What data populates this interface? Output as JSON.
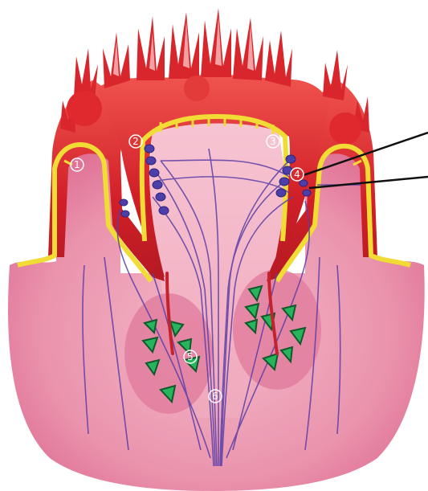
{
  "figure": {
    "markers": [
      {
        "label": "1"
      },
      {
        "label": "2"
      },
      {
        "label": "3"
      },
      {
        "label": "4"
      },
      {
        "label": "5"
      },
      {
        "label": "6"
      }
    ]
  },
  "colors": {
    "tissue_pink": "#e98aa7",
    "tissue_dark_pink": "#cf4f79",
    "papilla_red": "#d11f28",
    "papilla_light": "#f25a55",
    "epithelium_yellow": "#f1dc35",
    "nerve_blue": "#5b3fa7",
    "gland_green": "#28b45c",
    "pointer_black": "#111111"
  }
}
